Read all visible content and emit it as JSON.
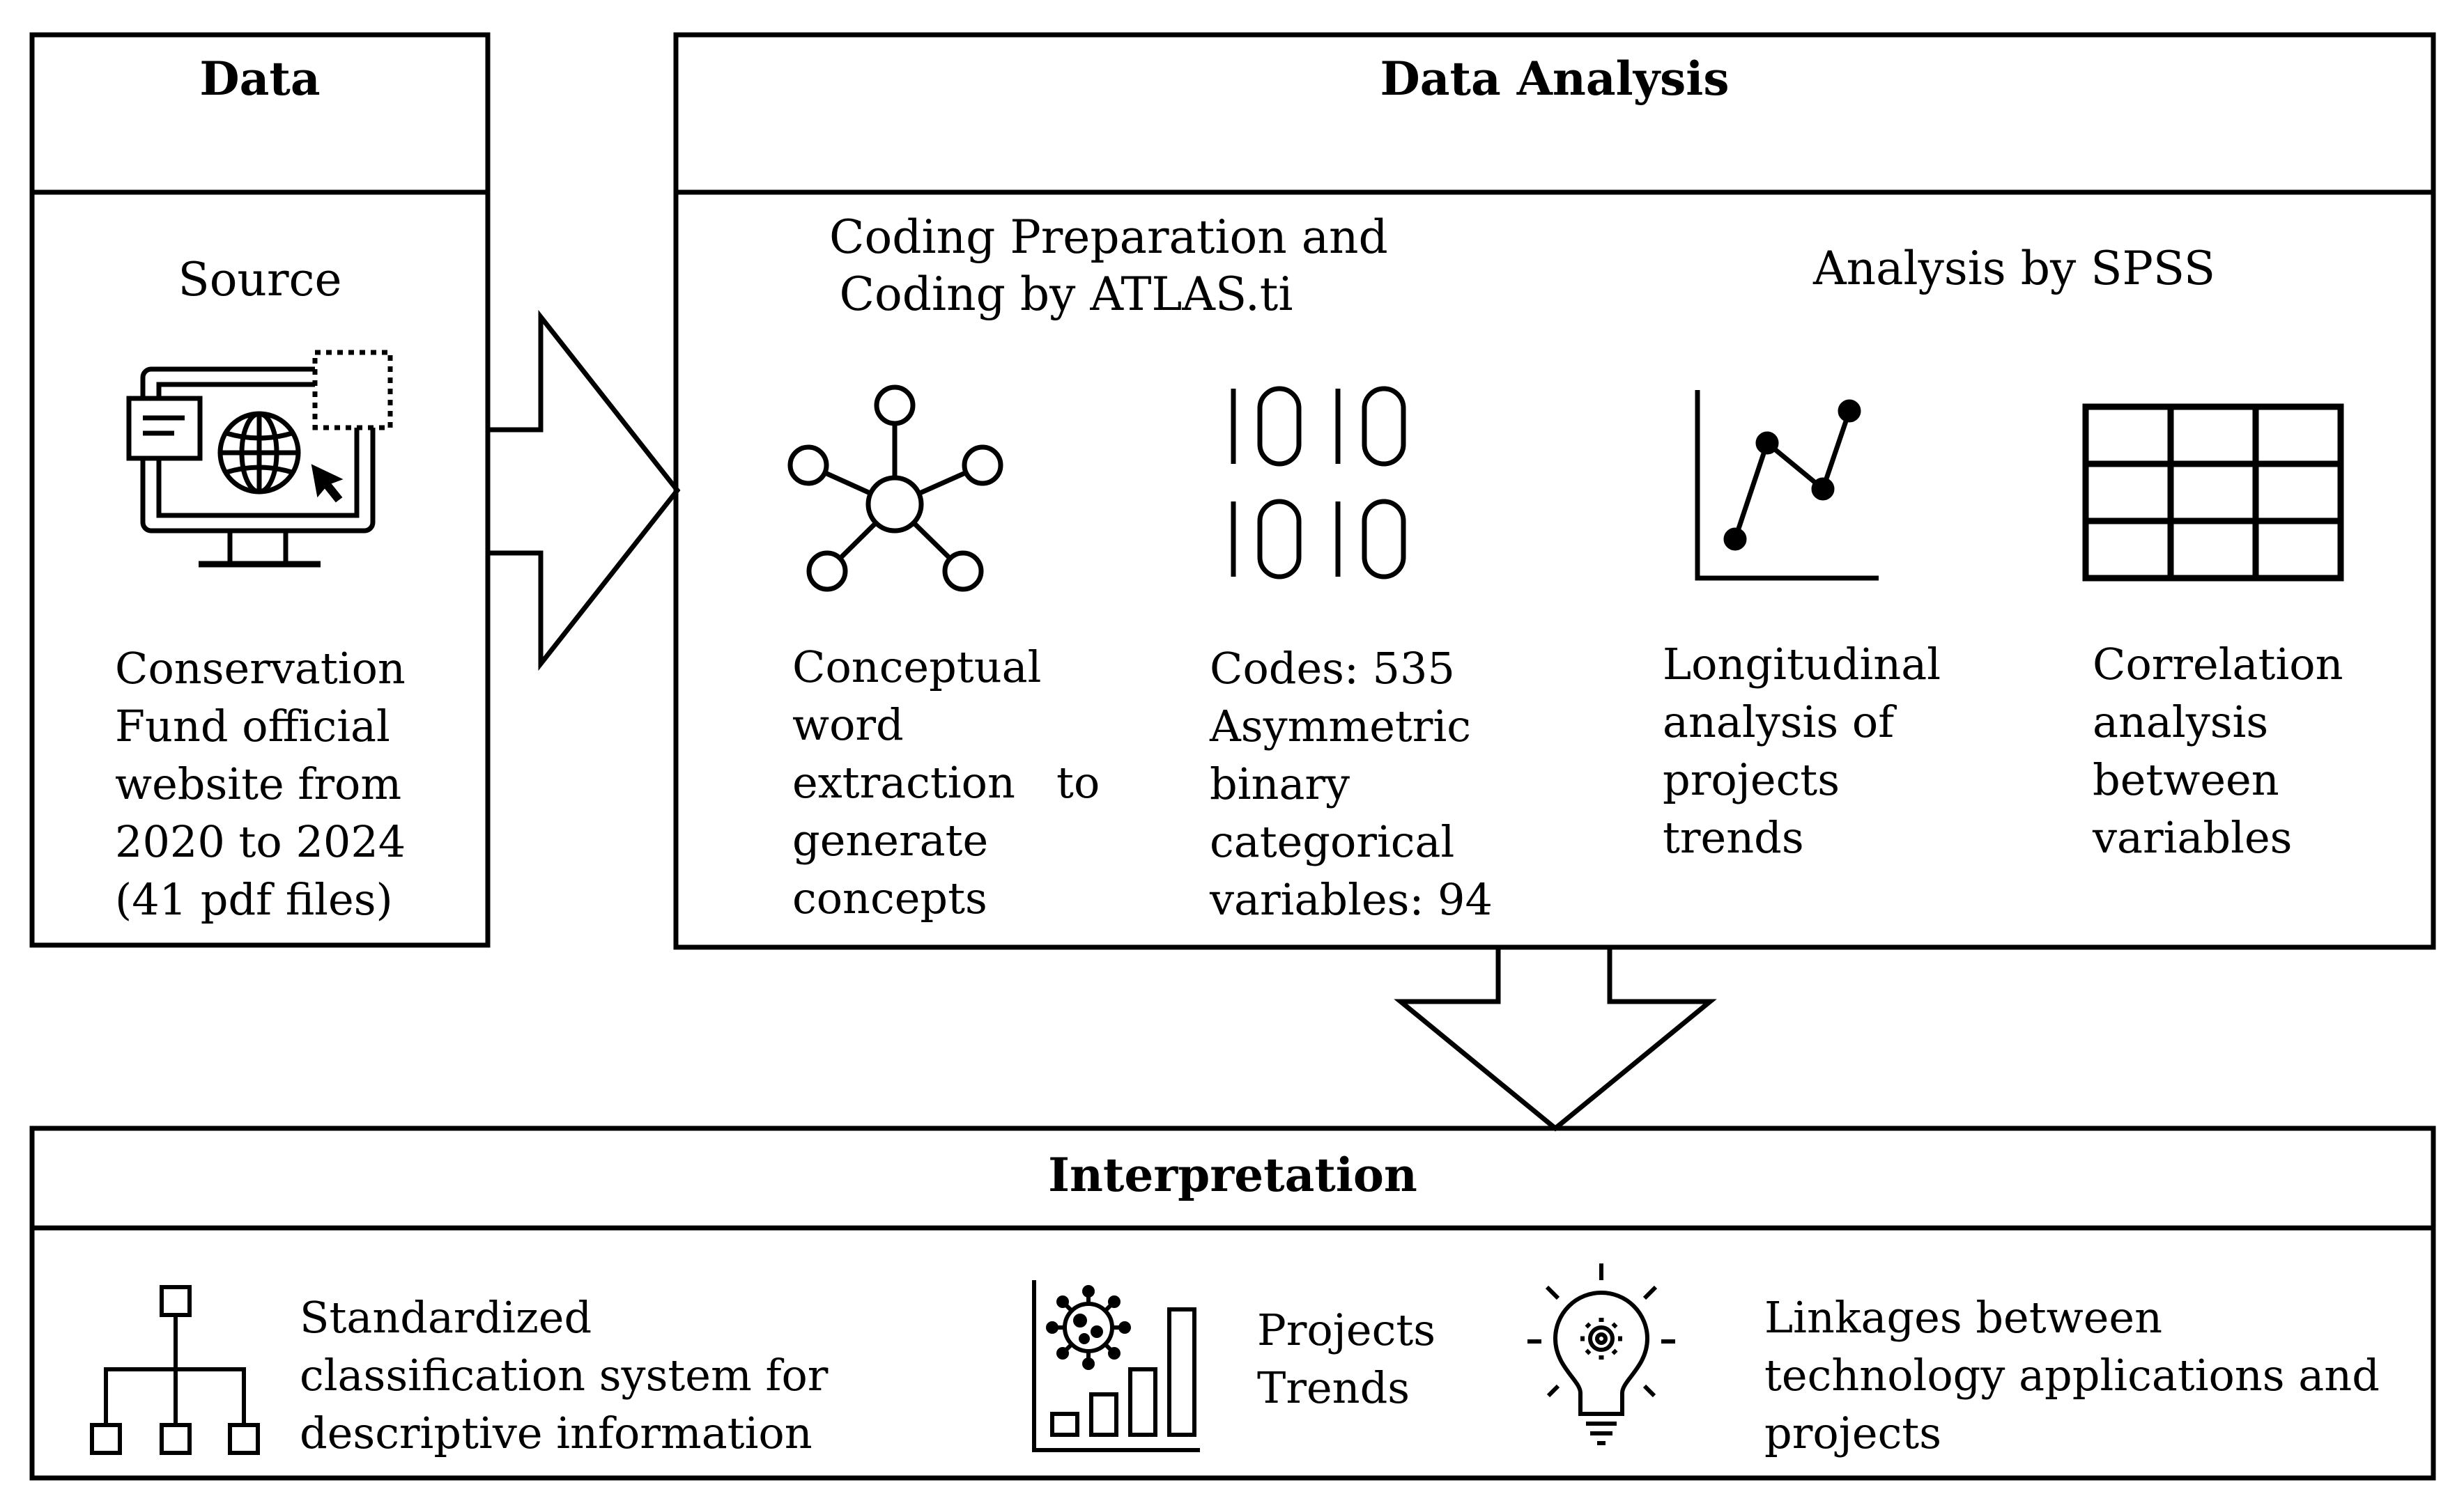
{
  "colors": {
    "stroke": "#000000",
    "background": "#ffffff"
  },
  "data_panel": {
    "title": "Data",
    "subtitle": "Source",
    "icon": "computer-globe-web-icon",
    "description_lines": [
      "Conservation",
      "Fund official",
      "website from",
      "2020 to 2024",
      "(41 pdf files)"
    ]
  },
  "analysis_panel": {
    "title": "Data Analysis",
    "coding_heading_lines": [
      "Coding Preparation and",
      "Coding by ATLAS.ti"
    ],
    "spss_heading": "Analysis by SPSS",
    "items": [
      {
        "icon": "network-nodes-icon",
        "lines": [
          "Conceptual",
          "word",
          "extraction   to",
          "generate",
          "concepts"
        ]
      },
      {
        "icon": "binary-code-icon",
        "glyphs": [
          "1010",
          "1010"
        ],
        "lines": [
          "Codes: 535",
          "Asymmetric",
          "binary",
          "categorical",
          "variables: 94"
        ]
      },
      {
        "icon": "line-chart-icon",
        "lines": [
          "Longitudinal",
          "analysis of",
          "projects",
          "trends"
        ]
      },
      {
        "icon": "table-grid-icon",
        "lines": [
          "Correlation",
          "analysis",
          "between",
          "variables"
        ]
      }
    ]
  },
  "interpretation_panel": {
    "title": "Interpretation",
    "items": [
      {
        "icon": "hierarchy-tree-icon",
        "lines": [
          "Standardized",
          "classification system for",
          "descriptive information"
        ]
      },
      {
        "icon": "virus-bar-chart-icon",
        "lines": [
          "Projects",
          "Trends"
        ]
      },
      {
        "icon": "lightbulb-gear-icon",
        "lines": [
          "Linkages between",
          "technology applications and",
          "projects"
        ]
      }
    ]
  }
}
